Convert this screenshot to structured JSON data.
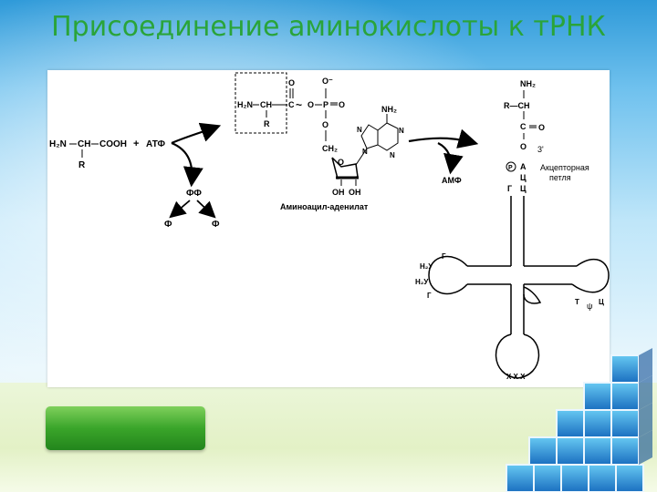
{
  "title": "Присоединение аминокислоты к тРНК",
  "amino_acid": {
    "h2n": "H₂N",
    "ch": "CH",
    "cooh": "COOH",
    "r": "R"
  },
  "plus": "+",
  "atp": "АТФ",
  "pp": "ФФ",
  "p_left": "Ф",
  "p_right": "Ф",
  "adenylate": {
    "h2n": "H₂N",
    "ch": "CH",
    "c": "C",
    "o_top": "O",
    "r": "R",
    "tilde": "~",
    "o_link": "O",
    "p": "P",
    "o_minus": "O⁻",
    "o_bottom": "O",
    "o_ester": "O",
    "ch2": "CH₂",
    "o_ring": "O",
    "oh1": "OH",
    "oh2": "OH",
    "nh2": "NH₂",
    "n1": "N",
    "n2": "N",
    "n3": "N",
    "n4": "N"
  },
  "adenylate_label": "Аминоацил-аденилат",
  "amp": "АМФ",
  "trna": {
    "nh2": "NH₂",
    "r_ch": "R—CH",
    "c": "C",
    "o_dbl": "O",
    "o": "O",
    "three_prime": "3'",
    "p_circle": "P",
    "g_left": "Г",
    "a": "А",
    "ts1": "Ц",
    "ts2": "Ц",
    "acceptor_label_1": "Акцепторная",
    "acceptor_label_2": "петля",
    "d_loop_g1": "Г",
    "d_loop_h2u1": "H₂У",
    "d_loop_h2u2": "H₂У",
    "d_loop_g2": "Г",
    "t_loop": "Т",
    "psi": "ψ",
    "t_loop_c": "Ц",
    "anticodon": "X X X"
  }
}
